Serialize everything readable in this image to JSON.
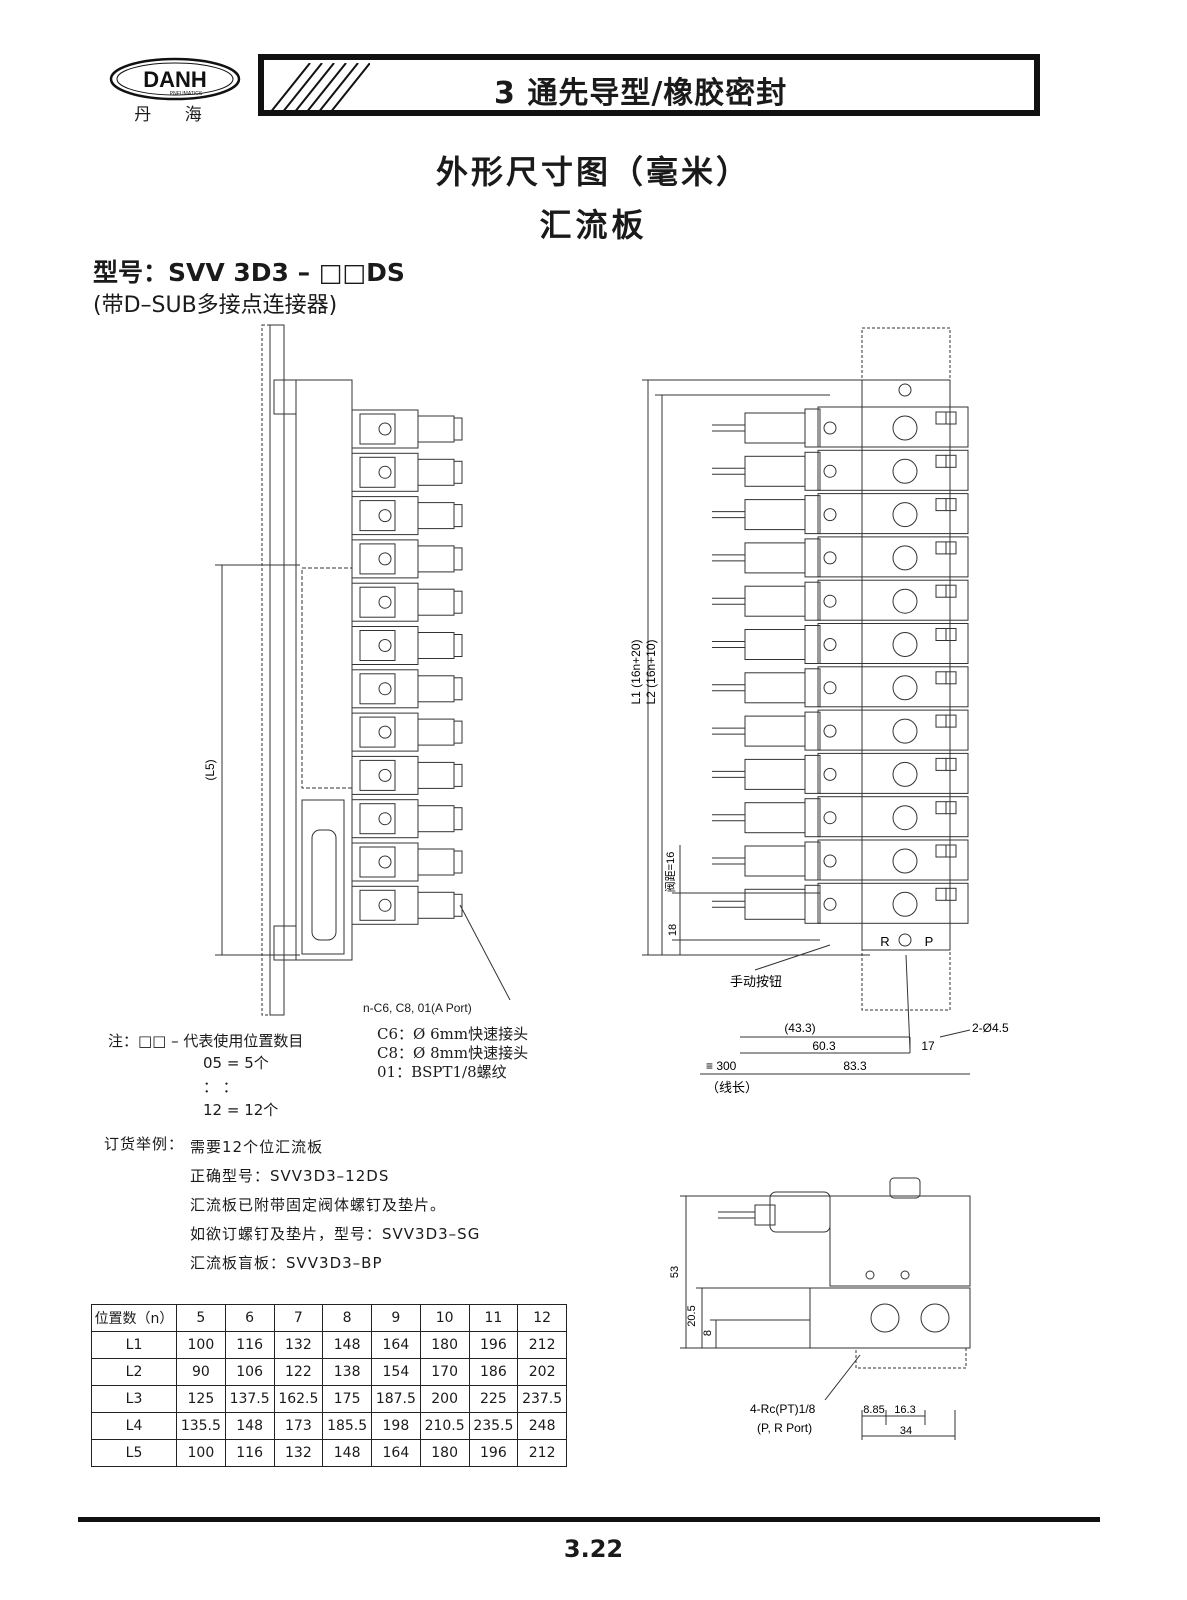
{
  "header": {
    "brand_logo": "DANH",
    "brand_sub": "PNEUMATICS",
    "brand_cn": "丹 海",
    "section_title": "3 通先导型/橡胶密封"
  },
  "titles": {
    "main": "外形尺寸图（毫米）",
    "sub": "汇流板"
  },
  "model": {
    "label": "型号：SVV 3D3 – □□DS",
    "subtitle": "(带D–SUB多接点连接器)"
  },
  "drawing_labels": {
    "l5": "(L5)",
    "l1": "L1 (16n+20)",
    "l2": "L2 (16n+10)",
    "pitch": "阀距=16",
    "d18": "18",
    "manual": "手动按钮",
    "port_a": "n-C6, C8, 01(A Port)",
    "d43": "(43.3)",
    "d60": "60.3",
    "d17": "17",
    "d83": "83.3",
    "d300": "≡ 300",
    "wire": "（线长）",
    "hole": "2-Ø4.5",
    "r": "R",
    "p": "P",
    "d53": "53",
    "d205": "20.5",
    "d8": "8",
    "rc": "4-Rc(PT)1/8",
    "rc_sub": "(P, R Port)",
    "d885": "8.85",
    "d163": "16.3",
    "d34": "34"
  },
  "port_codes": [
    {
      "code": "C6：",
      "desc": "Ø 6mm快速接头"
    },
    {
      "code": "C8：",
      "desc": "Ø 8mm快速接头"
    },
    {
      "code": "01：",
      "desc": "BSPT1/8螺纹"
    }
  ],
  "note": {
    "label": "注：□□ – 代表使用位置数目",
    "l1": "05 = 5个",
    "l2": "：   ：",
    "l3": "12 = 12个"
  },
  "order": {
    "label": "订货举例：",
    "lines": [
      "需要12个位汇流板",
      "正确型号：SVV3D3–12DS",
      "汇流板已附带固定阀体螺钉及垫片。",
      "如欲订螺钉及垫片，型号：SVV3D3–SG",
      "汇流板盲板：SVV3D3–BP"
    ]
  },
  "table": {
    "header": [
      "位置数（n）",
      "5",
      "6",
      "7",
      "8",
      "9",
      "10",
      "11",
      "12"
    ],
    "rows": [
      [
        "L1",
        "100",
        "116",
        "132",
        "148",
        "164",
        "180",
        "196",
        "212"
      ],
      [
        "L2",
        "90",
        "106",
        "122",
        "138",
        "154",
        "170",
        "186",
        "202"
      ],
      [
        "L3",
        "125",
        "137.5",
        "162.5",
        "175",
        "187.5",
        "200",
        "225",
        "237.5"
      ],
      [
        "L4",
        "135.5",
        "148",
        "173",
        "185.5",
        "198",
        "210.5",
        "235.5",
        "248"
      ],
      [
        "L5",
        "100",
        "116",
        "132",
        "148",
        "164",
        "180",
        "196",
        "212"
      ]
    ]
  },
  "footer": {
    "page": "3.22"
  }
}
